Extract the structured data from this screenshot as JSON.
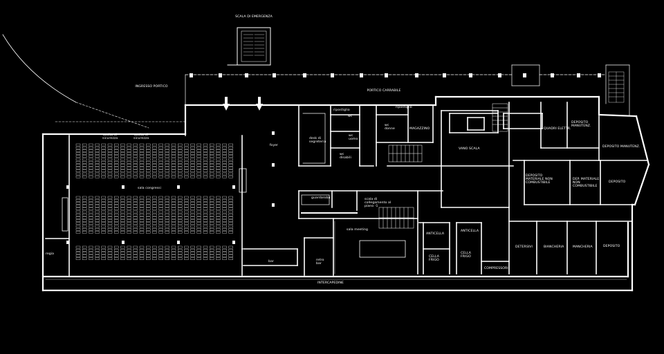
{
  "plan": {
    "labels": {
      "scala_emergenza": "SCALA DI EMERGENZA",
      "ingresso_portico": "INGRESSO PORTICO",
      "portico_carrabile": "PORTICO CARRABILE",
      "uscita_sicurezza_1": "uscita di sicurezza",
      "uscita_sicurezza_2": "uscita di sicurezza",
      "sala_congressi": "sala congressi",
      "regia": "regia",
      "foyer": "foyer",
      "desk_segreteria": "desk di segreteria",
      "ripostiglio_1": "ripostiglio",
      "ripostiglio_2": "ripostiglio",
      "wc_1": "wc",
      "wc_uomo": "wc uomo",
      "wc_donne": "wc donne",
      "wc_disabili": "wc disabili",
      "magazzino": "MAGAZZINO",
      "vano_scala": "VANO SCALA",
      "quadri_elettr": "QUADRI ELETTR.",
      "deposito_manut_1": "DEPOSITO MANUTENZ.",
      "deposito_manut_2": "DEPOSITO MANUTENZ.",
      "deposito_materiale": "DEPOSITO MATERIALE NON COMBUSTIBILE",
      "dep_materiale": "DEP. MATERIALE NON COMBUSTIBILE",
      "deposito_1": "DEPOSITO",
      "deposito_2": "DEPOSITO",
      "guardaroba": "guardaroba",
      "scala_collegamento": "scala di collegamento al piano -1",
      "sala_meeting": "sala meeting",
      "retro_bar": "retro bar",
      "bar": "bar",
      "antecella_1": "ANTICELLA",
      "antecella_2": "ANTICELLA",
      "cella_frigo_1": "CELLA FRIGO",
      "cella_frigo_2": "CELLA FRIGO",
      "compressori": "COMPRESSORI",
      "detersivi": "DETERSIVI",
      "biancheria": "BIANCHERIA",
      "mancheria": "MANCHERIA",
      "intercapedine": "INTERCAPEDINE"
    }
  }
}
